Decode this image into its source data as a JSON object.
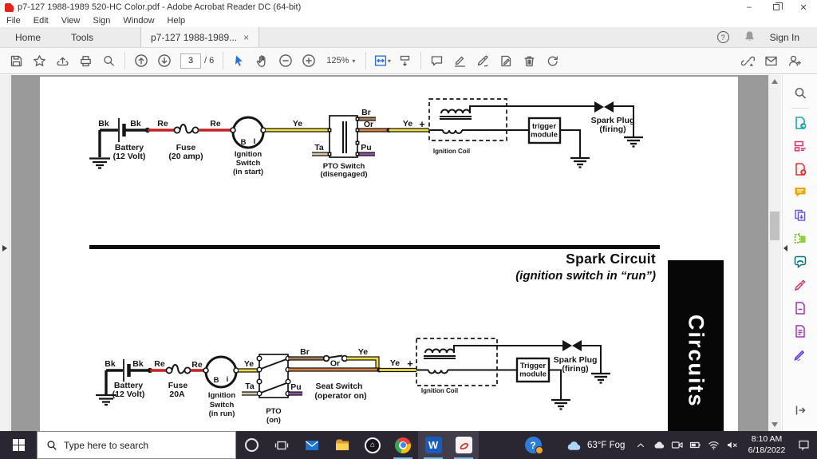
{
  "window": {
    "title": "p7-127 1988-1989 520-HC Color.pdf - Adobe Acrobat Reader DC (64-bit)",
    "minimize_glyph": "–",
    "close_glyph": "✕"
  },
  "menu": {
    "items": [
      "File",
      "Edit",
      "View",
      "Sign",
      "Window",
      "Help"
    ]
  },
  "tabbar": {
    "home": "Home",
    "tools": "Tools",
    "document_tab": "p7-127 1988-1989...",
    "close_glyph": "×",
    "help_glyph": "?",
    "sign_in": "Sign In"
  },
  "toolbar": {
    "page_current": "3",
    "page_total": "/ 6",
    "zoom_value": "125%",
    "caret_glyph": "▾"
  },
  "doc": {
    "heading": "Spark Circuit",
    "subheading": "(ignition switch in “run”)",
    "side_tab": "Circuits",
    "top": {
      "bk1": "Bk",
      "bk2": "Bk",
      "re1": "Re",
      "re2": "Re",
      "battery1": "Battery",
      "battery2": "(12 Volt)",
      "fuse1": "Fuse",
      "fuse2": "(20 amp)",
      "term_b": "B",
      "term_i": "I",
      "ign1": "Ignition",
      "ign2": "Switch",
      "ign3": "(in start)",
      "ye1": "Ye",
      "br": "Br",
      "or": "Or",
      "ta": "Ta",
      "pu": "Pu",
      "pto1": "PTO Switch",
      "pto2": "(disengaged)",
      "ye2": "Ye",
      "plus": "+",
      "coil": "Ignition Coil",
      "trig1": "trigger",
      "trig2": "module",
      "spark1": "Spark Plug",
      "spark2": "(firing)"
    },
    "bottom": {
      "bk1": "Bk",
      "bk2": "Bk",
      "re1": "Re",
      "re2": "Re",
      "battery1": "Battery",
      "battery2": "(12 Volt)",
      "fuse1": "Fuse",
      "fuse2": "20A",
      "term_b": "B",
      "term_i": "i",
      "ign1": "Ignition",
      "ign2": "Switch",
      "ign3": "(in run)",
      "ye1": "Ye",
      "ta": "Ta",
      "pto1": "PTO",
      "pto2": "(on)",
      "pu": "Pu",
      "br": "Br",
      "seat1": "Seat Switch",
      "seat2": "(operator on)",
      "or": "Or",
      "ye2": "Ye",
      "ye3": "Ye",
      "plus": "+",
      "coil": "Ignition Coil",
      "trig1": "Trigger",
      "trig2": "module",
      "spark1": "Spark Plug",
      "spark2": "(firing)"
    }
  },
  "taskbar": {
    "search_placeholder": "Type here to search",
    "weather": "63°F Fog",
    "time": "8:10 AM",
    "date": "6/18/2022",
    "word_glyph": "W",
    "home_glyph": "⌂"
  },
  "icons": {
    "toolbar_left": [
      "save",
      "star-favorite",
      "share-cloud",
      "print",
      "search-magnifier",
      "page-up",
      "page-down",
      "select-pointer",
      "hand-pan",
      "zoom-out",
      "zoom-in",
      "page-fit",
      "scroll-mode",
      "comment-bubble",
      "highlighter",
      "sign-pen",
      "fill-page",
      "trash",
      "redo"
    ],
    "toolbar_right": [
      "share-link",
      "email-envelope",
      "add-person"
    ],
    "tools_panel": [
      "search-tools",
      "export-pdf",
      "edit-pdf",
      "create-pdf",
      "comment",
      "combine-files",
      "organize-pages",
      "compress-pdf",
      "fill-sign",
      "protect-pdf",
      "prepare-form",
      "more-tools",
      "collapse-panel"
    ],
    "tray": [
      "chevron-up",
      "onedrive-cloud",
      "meet-now-camera",
      "battery",
      "wifi",
      "volume-muted",
      "action-center"
    ]
  },
  "colors": {
    "wire_black": "#151515",
    "wire_red": "#c32222",
    "wire_yellow": "#eedd3c",
    "wire_orange": "#d9813f",
    "wire_brown": "#a87c58",
    "wire_tan": "#d9c4a6",
    "wire_purple": "#8e4fa0",
    "selection_blue": "#2a6fdb",
    "taskbar_bg": "#2b2732",
    "canvas_gray": "#9a9a9a"
  }
}
